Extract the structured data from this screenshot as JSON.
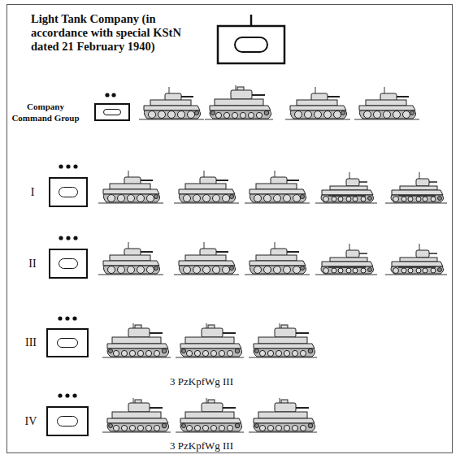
{
  "diagram": {
    "title": "Light Tank Company (in accordance with special KStN dated 21 February 1940)",
    "nodes": [
      {
        "text": [
          "Company Command Group"
        ]
      },
      {
        "text": [
          "I"
        ]
      },
      {
        "text": [
          "II"
        ]
      },
      {
        "text": [
          "III"
        ]
      },
      {
        "text": [
          "IV"
        ]
      }
    ],
    "labels": [
      "3 PzKpfWg III",
      "3 PzKpfWg III"
    ]
  }
}
